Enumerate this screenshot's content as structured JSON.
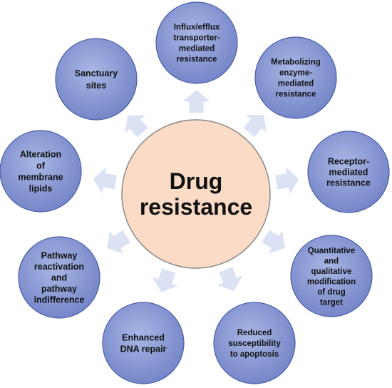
{
  "center": {
    "lines": [
      "Drug",
      "resistance"
    ],
    "fill": "#fbdac6",
    "stroke": "#8a8a8a"
  },
  "colors": {
    "node_fill_light": "#a9b6e4",
    "node_fill_dark": "#7182c6",
    "node_stroke": "#4a5ea8",
    "arrow_fill": "#dbe2f3"
  },
  "nodes": [
    {
      "id": "influx-efflux",
      "lines": [
        "Influx/efflux",
        "transporter-",
        "mediated",
        "resistance"
      ]
    },
    {
      "id": "metabolizing-enzyme",
      "lines": [
        "Metabolizing",
        "enzyme-",
        "mediated",
        "resistance"
      ]
    },
    {
      "id": "receptor-mediated",
      "lines": [
        "Receptor-",
        "mediated",
        "resistance"
      ]
    },
    {
      "id": "target-modification",
      "lines": [
        "Quantitative",
        "and",
        "qualitative",
        "modification",
        "of drug",
        "target"
      ]
    },
    {
      "id": "apoptosis",
      "lines": [
        "Reduced",
        "susceptibility",
        "to apoptosis"
      ]
    },
    {
      "id": "dna-repair",
      "lines": [
        "Enhanced",
        "DNA repair"
      ]
    },
    {
      "id": "pathway-reactivation",
      "lines": [
        "Pathway",
        "reactivation",
        "and",
        "pathway",
        "indifference"
      ]
    },
    {
      "id": "membrane-lipids",
      "lines": [
        "Alteration",
        "of",
        "membrane",
        "lipids"
      ]
    },
    {
      "id": "sanctuary-sites",
      "lines": [
        "Sanctuary",
        "sites"
      ]
    }
  ]
}
